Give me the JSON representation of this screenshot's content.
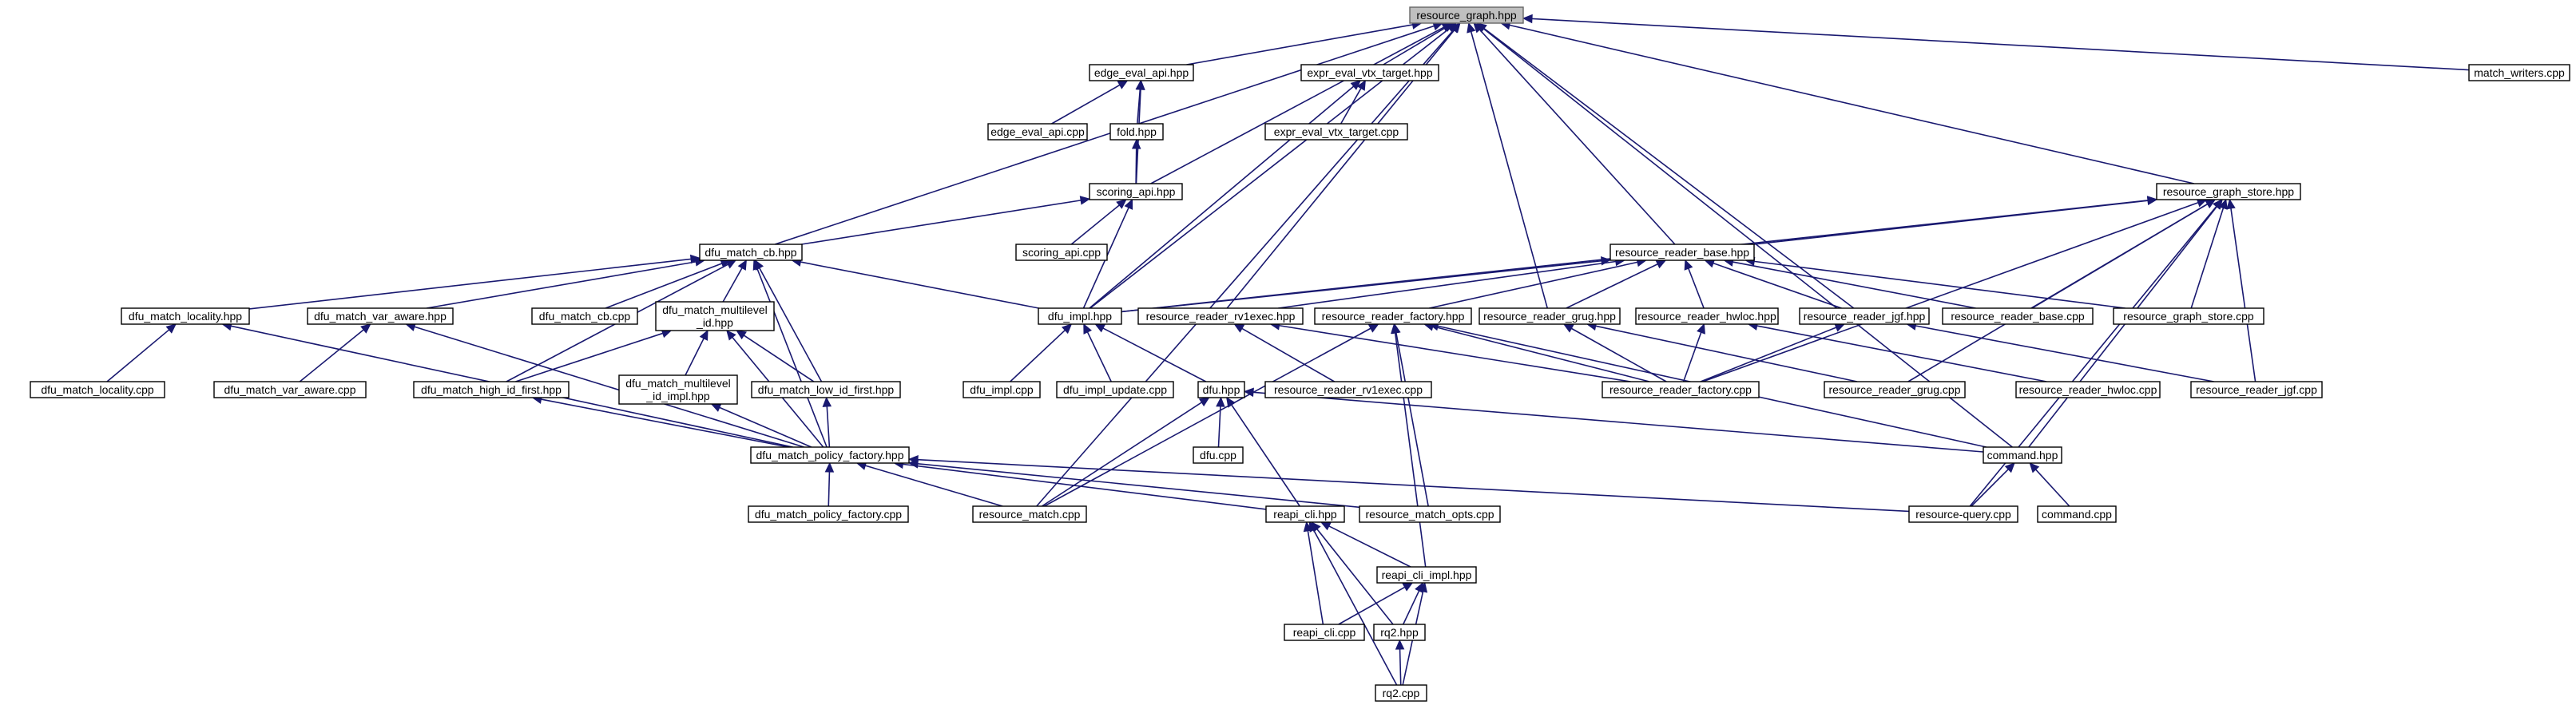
{
  "diagram": {
    "type": "include-dependency-graph",
    "colors": {
      "edge": "#191970",
      "node_border": "#000000",
      "root_fill": "#bfbfbf",
      "node_fill": "#ffffff"
    },
    "nodes": [
      {
        "id": "resource_graph",
        "label": "resource_graph.hpp",
        "root": true
      },
      {
        "id": "edge_eval_api",
        "label": "edge_eval_api.hpp"
      },
      {
        "id": "expr_eval_vtx_target",
        "label": "expr_eval_vtx_target.hpp"
      },
      {
        "id": "match_writers",
        "label": "match_writers.cpp"
      },
      {
        "id": "edge_eval_api_cpp",
        "label": "edge_eval_api.cpp"
      },
      {
        "id": "fold",
        "label": "fold.hpp"
      },
      {
        "id": "expr_eval_vtx_target_cpp",
        "label": "expr_eval_vtx_target.cpp"
      },
      {
        "id": "scoring_api",
        "label": "scoring_api.hpp"
      },
      {
        "id": "resource_graph_store",
        "label": "resource_graph_store.hpp"
      },
      {
        "id": "dfu_match_cb",
        "label": "dfu_match_cb.hpp"
      },
      {
        "id": "scoring_api_cpp",
        "label": "scoring_api.cpp"
      },
      {
        "id": "resource_reader_base",
        "label": "resource_reader_base.hpp"
      },
      {
        "id": "dfu_match_locality",
        "label": "dfu_match_locality.hpp"
      },
      {
        "id": "dfu_match_var_aware",
        "label": "dfu_match_var_aware.hpp"
      },
      {
        "id": "dfu_match_cb_cpp",
        "label": "dfu_match_cb.cpp"
      },
      {
        "id": "dfu_match_multilevel_id",
        "label": "dfu_match_multilevel\n_id.hpp"
      },
      {
        "id": "dfu_impl",
        "label": "dfu_impl.hpp"
      },
      {
        "id": "resource_reader_rv1exec",
        "label": "resource_reader_rv1exec.hpp"
      },
      {
        "id": "resource_reader_factory",
        "label": "resource_reader_factory.hpp"
      },
      {
        "id": "resource_reader_grug",
        "label": "resource_reader_grug.hpp"
      },
      {
        "id": "resource_reader_hwloc",
        "label": "resource_reader_hwloc.hpp"
      },
      {
        "id": "resource_reader_jgf",
        "label": "resource_reader_jgf.hpp"
      },
      {
        "id": "resource_reader_base_cpp",
        "label": "resource_reader_base.cpp"
      },
      {
        "id": "resource_graph_store_cpp",
        "label": "resource_graph_store.cpp"
      },
      {
        "id": "dfu_match_locality_cpp",
        "label": "dfu_match_locality.cpp"
      },
      {
        "id": "dfu_match_var_aware_cpp",
        "label": "dfu_match_var_aware.cpp"
      },
      {
        "id": "dfu_match_high_id_first",
        "label": "dfu_match_high_id_first.hpp"
      },
      {
        "id": "dfu_match_multilevel_id_impl",
        "label": "dfu_match_multilevel\n_id_impl.hpp"
      },
      {
        "id": "dfu_match_low_id_first",
        "label": "dfu_match_low_id_first.hpp"
      },
      {
        "id": "dfu_impl_cpp",
        "label": "dfu_impl.cpp"
      },
      {
        "id": "dfu_impl_update_cpp",
        "label": "dfu_impl_update.cpp"
      },
      {
        "id": "dfu",
        "label": "dfu.hpp"
      },
      {
        "id": "resource_reader_rv1exec_cpp",
        "label": "resource_reader_rv1exec.cpp"
      },
      {
        "id": "resource_reader_factory_cpp",
        "label": "resource_reader_factory.cpp"
      },
      {
        "id": "resource_reader_grug_cpp",
        "label": "resource_reader_grug.cpp"
      },
      {
        "id": "resource_reader_hwloc_cpp",
        "label": "resource_reader_hwloc.cpp"
      },
      {
        "id": "resource_reader_jgf_cpp",
        "label": "resource_reader_jgf.cpp"
      },
      {
        "id": "dfu_cpp",
        "label": "dfu.cpp"
      },
      {
        "id": "dfu_match_policy_factory",
        "label": "dfu_match_policy_factory.hpp"
      },
      {
        "id": "command",
        "label": "command.hpp"
      },
      {
        "id": "dfu_match_policy_factory_cpp",
        "label": "dfu_match_policy_factory.cpp"
      },
      {
        "id": "resource_match_cpp",
        "label": "resource_match.cpp"
      },
      {
        "id": "reapi_cli",
        "label": "reapi_cli.hpp"
      },
      {
        "id": "resource_match_opts_cpp",
        "label": "resource_match_opts.cpp"
      },
      {
        "id": "resource_query_cpp",
        "label": "resource-query.cpp"
      },
      {
        "id": "command_cpp",
        "label": "command.cpp"
      },
      {
        "id": "reapi_cli_impl",
        "label": "reapi_cli_impl.hpp"
      },
      {
        "id": "reapi_cli_cpp",
        "label": "reapi_cli.cpp"
      },
      {
        "id": "rq2_hpp",
        "label": "rq2.hpp"
      },
      {
        "id": "rq2_cpp",
        "label": "rq2.cpp"
      }
    ],
    "edges": [
      [
        "edge_eval_api",
        "resource_graph"
      ],
      [
        "expr_eval_vtx_target",
        "resource_graph"
      ],
      [
        "match_writers",
        "resource_graph"
      ],
      [
        "resource_graph_store",
        "resource_graph"
      ],
      [
        "dfu_match_cb",
        "resource_graph"
      ],
      [
        "scoring_api",
        "resource_graph"
      ],
      [
        "dfu_impl",
        "resource_graph"
      ],
      [
        "resource_reader_base",
        "resource_graph"
      ],
      [
        "resource_reader_rv1exec",
        "resource_graph"
      ],
      [
        "resource_reader_grug",
        "resource_graph"
      ],
      [
        "resource_reader_jgf",
        "resource_graph"
      ],
      [
        "command",
        "resource_graph"
      ],
      [
        "resource_match_cpp",
        "resource_graph"
      ],
      [
        "edge_eval_api_cpp",
        "edge_eval_api"
      ],
      [
        "fold",
        "edge_eval_api"
      ],
      [
        "scoring_api",
        "edge_eval_api"
      ],
      [
        "scoring_api",
        "fold"
      ],
      [
        "expr_eval_vtx_target_cpp",
        "expr_eval_vtx_target"
      ],
      [
        "dfu_impl",
        "expr_eval_vtx_target"
      ],
      [
        "scoring_api_cpp",
        "scoring_api"
      ],
      [
        "dfu_match_cb",
        "scoring_api"
      ],
      [
        "dfu_impl",
        "scoring_api"
      ],
      [
        "resource_reader_base",
        "resource_graph_store"
      ],
      [
        "dfu_impl",
        "resource_graph_store"
      ],
      [
        "resource_reader_base_cpp",
        "resource_graph_store"
      ],
      [
        "resource_graph_store_cpp",
        "resource_graph_store"
      ],
      [
        "resource_reader_factory_cpp",
        "resource_graph_store"
      ],
      [
        "resource_reader_grug_cpp",
        "resource_graph_store"
      ],
      [
        "resource_reader_jgf_cpp",
        "resource_graph_store"
      ],
      [
        "command",
        "resource_graph_store"
      ],
      [
        "resource_query_cpp",
        "resource_graph_store"
      ],
      [
        "dfu_match_locality",
        "dfu_match_cb"
      ],
      [
        "dfu_match_var_aware",
        "dfu_match_cb"
      ],
      [
        "dfu_match_cb_cpp",
        "dfu_match_cb"
      ],
      [
        "dfu_match_multilevel_id",
        "dfu_match_cb"
      ],
      [
        "dfu_impl",
        "dfu_match_cb"
      ],
      [
        "dfu_match_high_id_first",
        "dfu_match_cb"
      ],
      [
        "dfu_match_low_id_first",
        "dfu_match_cb"
      ],
      [
        "dfu_match_policy_factory",
        "dfu_match_cb"
      ],
      [
        "dfu_impl",
        "resource_reader_base"
      ],
      [
        "resource_reader_rv1exec",
        "resource_reader_base"
      ],
      [
        "resource_reader_factory",
        "resource_reader_base"
      ],
      [
        "resource_reader_grug",
        "resource_reader_base"
      ],
      [
        "resource_reader_hwloc",
        "resource_reader_base"
      ],
      [
        "resource_reader_jgf",
        "resource_reader_base"
      ],
      [
        "resource_reader_base_cpp",
        "resource_reader_base"
      ],
      [
        "resource_graph_store_cpp",
        "resource_reader_base"
      ],
      [
        "dfu_match_locality_cpp",
        "dfu_match_locality"
      ],
      [
        "dfu_match_policy_factory",
        "dfu_match_locality"
      ],
      [
        "dfu_match_var_aware_cpp",
        "dfu_match_var_aware"
      ],
      [
        "dfu_match_policy_factory",
        "dfu_match_var_aware"
      ],
      [
        "dfu_match_high_id_first",
        "dfu_match_multilevel_id"
      ],
      [
        "dfu_match_multilevel_id_impl",
        "dfu_match_multilevel_id"
      ],
      [
        "dfu_match_low_id_first",
        "dfu_match_multilevel_id"
      ],
      [
        "dfu_match_policy_factory",
        "dfu_match_multilevel_id"
      ],
      [
        "dfu_impl_cpp",
        "dfu_impl"
      ],
      [
        "dfu_impl_update_cpp",
        "dfu_impl"
      ],
      [
        "dfu",
        "dfu_impl"
      ],
      [
        "resource_reader_rv1exec_cpp",
        "resource_reader_rv1exec"
      ],
      [
        "resource_reader_factory_cpp",
        "resource_reader_rv1exec"
      ],
      [
        "resource_reader_factory_cpp",
        "resource_reader_factory"
      ],
      [
        "command",
        "resource_reader_factory"
      ],
      [
        "resource_match_cpp",
        "resource_reader_factory"
      ],
      [
        "resource_match_opts_cpp",
        "resource_reader_factory"
      ],
      [
        "reapi_cli_impl",
        "resource_reader_factory"
      ],
      [
        "resource_reader_grug_cpp",
        "resource_reader_grug"
      ],
      [
        "resource_reader_factory_cpp",
        "resource_reader_grug"
      ],
      [
        "resource_reader_factory_cpp",
        "resource_reader_hwloc"
      ],
      [
        "resource_reader_hwloc_cpp",
        "resource_reader_hwloc"
      ],
      [
        "resource_reader_factory_cpp",
        "resource_reader_jgf"
      ],
      [
        "resource_reader_jgf_cpp",
        "resource_reader_jgf"
      ],
      [
        "dfu_match_policy_factory",
        "dfu_match_high_id_first"
      ],
      [
        "dfu_match_policy_factory",
        "dfu_match_multilevel_id_impl"
      ],
      [
        "dfu_match_policy_factory",
        "dfu_match_low_id_first"
      ],
      [
        "dfu_cpp",
        "dfu"
      ],
      [
        "command",
        "dfu"
      ],
      [
        "resource_match_cpp",
        "dfu"
      ],
      [
        "reapi_cli",
        "dfu"
      ],
      [
        "dfu_match_policy_factory_cpp",
        "dfu_match_policy_factory"
      ],
      [
        "resource_match_cpp",
        "dfu_match_policy_factory"
      ],
      [
        "resource_match_opts_cpp",
        "dfu_match_policy_factory"
      ],
      [
        "reapi_cli",
        "dfu_match_policy_factory"
      ],
      [
        "resource_query_cpp",
        "dfu_match_policy_factory"
      ],
      [
        "resource_query_cpp",
        "command"
      ],
      [
        "command_cpp",
        "command"
      ],
      [
        "reapi_cli_impl",
        "reapi_cli"
      ],
      [
        "reapi_cli_cpp",
        "reapi_cli"
      ],
      [
        "rq2_hpp",
        "reapi_cli"
      ],
      [
        "rq2_cpp",
        "reapi_cli"
      ],
      [
        "reapi_cli_cpp",
        "reapi_cli_impl"
      ],
      [
        "rq2_hpp",
        "reapi_cli_impl"
      ],
      [
        "rq2_cpp",
        "reapi_cli_impl"
      ],
      [
        "rq2_cpp",
        "rq2_hpp"
      ]
    ]
  }
}
